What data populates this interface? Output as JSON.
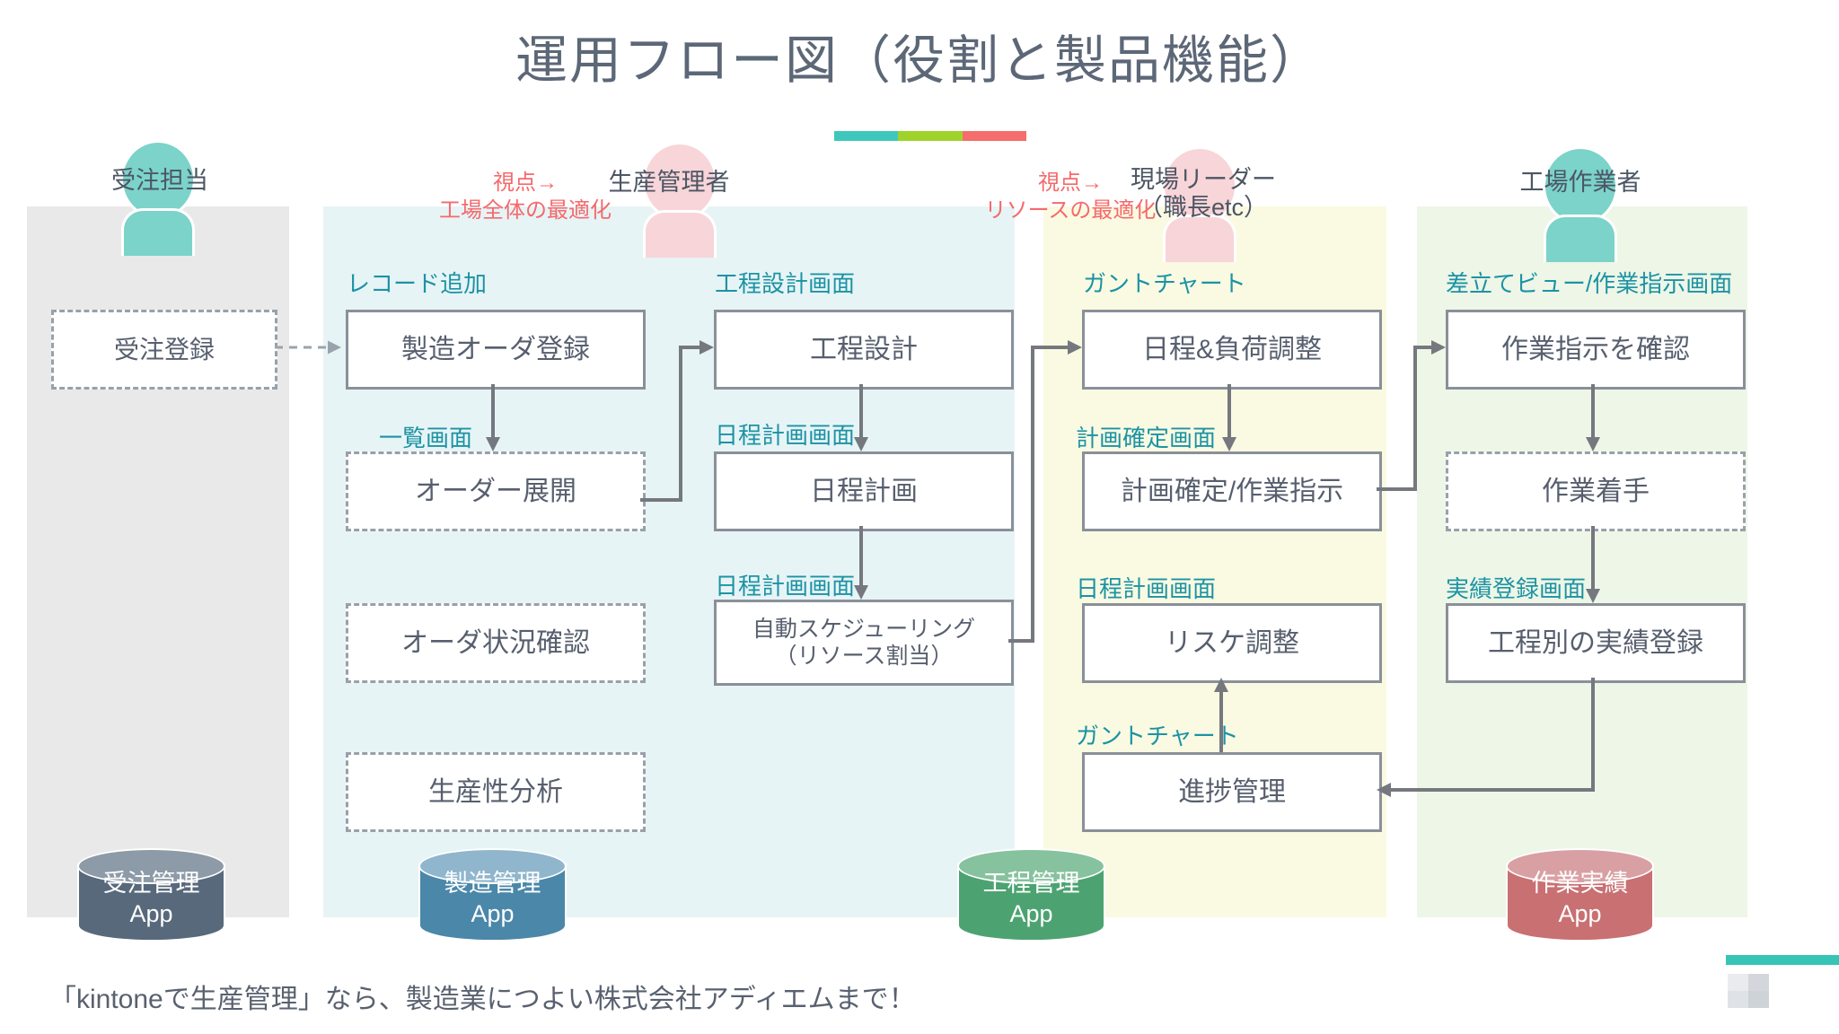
{
  "title": "運用フロー図（役割と製品機能）",
  "colors": {
    "accent_label_teal": "#1c93a4",
    "annotation_red": "#f5696c",
    "arrow_grey": "#75787e",
    "title_bar": [
      "#3fc7bc",
      "#9fd32b",
      "#f56d6d"
    ],
    "lanes": [
      "#e9e9e9",
      "#e7f4f6",
      "#fafae2",
      "#eef6e7"
    ],
    "person_teal": "#7bd3c9",
    "person_pink": "#f8d5d8"
  },
  "roles": [
    {
      "name": "受注担当"
    },
    {
      "name": "生産管理者"
    },
    {
      "name": "現場リーダー",
      "name2": "（職長etc）"
    },
    {
      "name": "工場作業者"
    }
  ],
  "viewpoints": [
    {
      "line1": "視点→",
      "line2": "工場全体の最適化"
    },
    {
      "line1": "視点→",
      "line2": "リソースの最適化"
    }
  ],
  "screen_labels": {
    "record_add": "レコード追加",
    "process_design_screen": "工程設計画面",
    "gantt_chart_1": "ガントチャート",
    "dispatch_view": "差立てビュー/作業指示画面",
    "list_screen": "一覧画面",
    "schedule_plan_screen_1": "日程計画画面",
    "plan_fix_screen": "計画確定画面",
    "schedule_plan_screen_2": "日程計画画面",
    "schedule_plan_screen_3": "日程計画画面",
    "result_reg_screen": "実績登録画面",
    "gantt_chart_2": "ガントチャート"
  },
  "boxes": {
    "order_entry": "受注登録",
    "mfg_order_entry": "製造オーダ登録",
    "process_design": "工程設計",
    "schedule_load_adjust": "日程&負荷調整",
    "work_instruction_confirm": "作業指示を確認",
    "order_expand": "オーダー展開",
    "schedule_plan": "日程計画",
    "plan_fix_instruct": "計画確定/作業指示",
    "work_start": "作業着手",
    "order_status_check": "オーダ状況確認",
    "auto_scheduling_line1": "自動スケジューリング",
    "auto_scheduling_line2": "（リソース割当）",
    "reschedule_adjust": "リスケ調整",
    "result_by_process": "工程別の実績登録",
    "productivity_analysis": "生産性分析",
    "progress_management": "進捗管理"
  },
  "apps": [
    {
      "line1": "受注管理",
      "line2": "App",
      "color": "#57697b"
    },
    {
      "line1": "製造管理",
      "line2": "App",
      "color": "#4a87a9"
    },
    {
      "line1": "工程管理",
      "line2": "App",
      "color": "#4ca371"
    },
    {
      "line1": "作業実績",
      "line2": "App",
      "color": "#c97073"
    }
  ],
  "footer": "「kintoneで生産管理」なら、製造業につよい株式会社アディエムまで！"
}
